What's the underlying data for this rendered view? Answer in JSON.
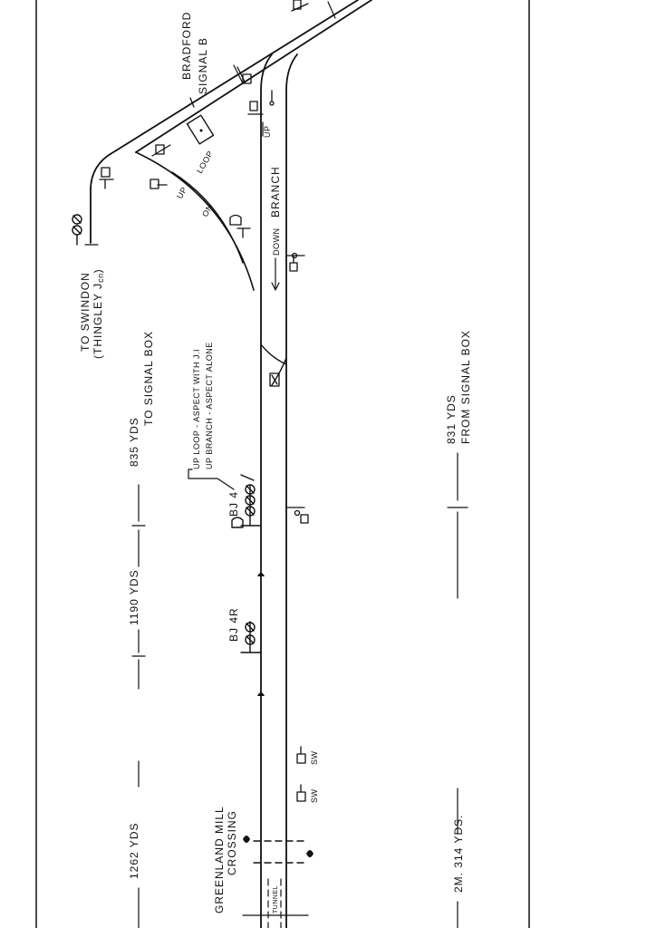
{
  "labels": {
    "bradford_box": "BRADFORD",
    "signal_box": "SIGNAL B",
    "to_swindon": "TO SWINDON",
    "thingley": "(THINGLEY J",
    "thingley_cn": "cn",
    "thingley_close": ")",
    "up_loop": "UP",
    "loop": "LOOP",
    "on": "ON",
    "branch": "BRANCH",
    "up": "UP",
    "down": "DOWN",
    "dist_835": "835 YDS",
    "to_signal_box": "TO SIGNAL BOX",
    "up_loop_aspect": "UP LOOP - ASPECT WITH J.I",
    "up_branch_aspect": "UP BRANCH - ASPECT ALONE",
    "signal_bj4": "BJ 4",
    "signal_bj4r": "BJ 4R",
    "dist_1190": "1190 YDS",
    "dist_1262": "1262 YDS",
    "dist_831": "831 YDS",
    "from_signal_box": "FROM SIGNAL BOX",
    "dist_2m314": "2M.  314  YDS.",
    "greenland_mill": "GREENLAND MILL",
    "crossing": "CROSSING",
    "sw1": "SW",
    "sw2": "SW",
    "tunnel": "TUNNEL"
  }
}
